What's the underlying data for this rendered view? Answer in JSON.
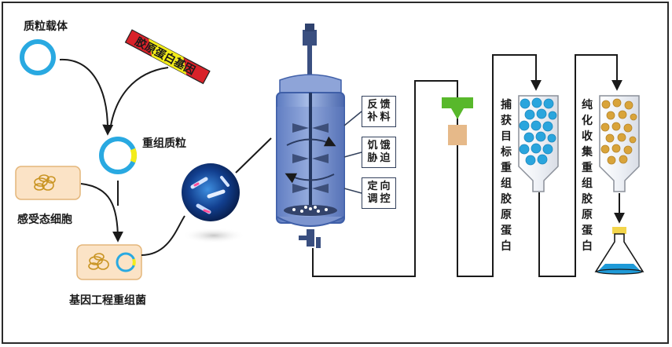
{
  "labels": {
    "plasmid_vector": "质粒载体",
    "collagen_gene": "胶原蛋白基因",
    "recombinant_plasmid": "重组质粒",
    "competent_cell": "感受态细胞",
    "engineered_bacteria": "基因工程重组菌",
    "feedback_feeding": [
      "反馈",
      "补料"
    ],
    "starvation_stress": [
      "饥饿",
      "胁迫"
    ],
    "directed_control": [
      "定向",
      "调控"
    ],
    "capture": "捕获目标重组胶原蛋白",
    "purify": "纯化收集重组胶原蛋白"
  },
  "colors": {
    "plasmid_ring": "#29a9e1",
    "insert": "#f3ec19",
    "gene_red": "#d8222a",
    "cell_fill": "#fbe3c6",
    "cell_border": "#e4b67a",
    "green_funnel": "#58b82b",
    "tan_block": "#e6b989",
    "tank_blue": "#3f5fa8",
    "bead_blue": "#2aa5dd",
    "bead_gold": "#d9a43a",
    "flask_liquid": "#1e9ad8"
  }
}
